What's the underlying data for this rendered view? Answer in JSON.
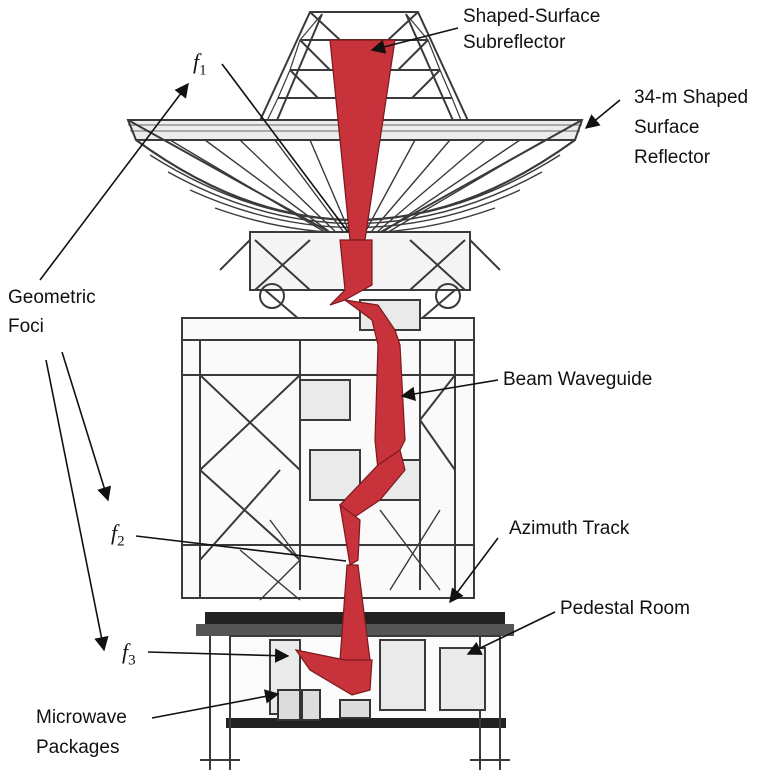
{
  "labels": {
    "subreflector_1": "Shaped-Surface",
    "subreflector_2": "Subreflector",
    "reflector_1": "34-m Shaped",
    "reflector_2": "Surface",
    "reflector_3": "Reflector",
    "foci_1": "Geometric",
    "foci_2": "Foci",
    "beam_waveguide": "Beam Waveguide",
    "azimuth_track": "Azimuth Track",
    "pedestal_room": "Pedestal Room",
    "microwave_1": "Microwave",
    "microwave_2": "Packages"
  },
  "foci": {
    "symbol": "f",
    "f1": "1",
    "f2": "2",
    "f3": "3"
  },
  "colors": {
    "beam": "#c8323a",
    "structure": "#3a3a3a"
  }
}
